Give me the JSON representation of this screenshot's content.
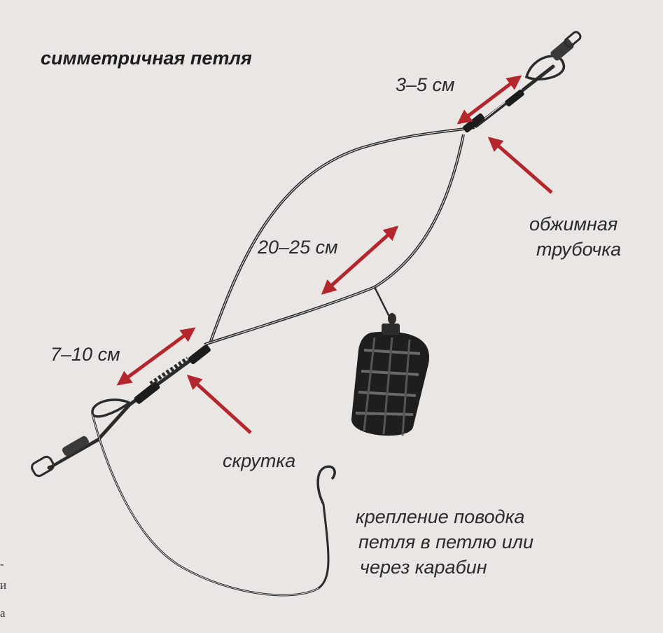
{
  "title": "симметричная петля",
  "labels": {
    "dim_top": "3–5 см",
    "dim_middle": "20–25 см",
    "dim_bottom": "7–10 см",
    "crimp_line1": "обжимная",
    "crimp_line2": "трубочка",
    "twist": "скрутка",
    "leader_line1": "крепление поводка",
    "leader_line2": "петля в петлю или",
    "leader_line3": "через карабин"
  },
  "edge_glyphs": [
    "-",
    "и",
    "а"
  ],
  "colors": {
    "background": "#e9e6e3",
    "line": "#2b2b2b",
    "arrow": "#b3262d",
    "text": "#2a2a2a"
  }
}
